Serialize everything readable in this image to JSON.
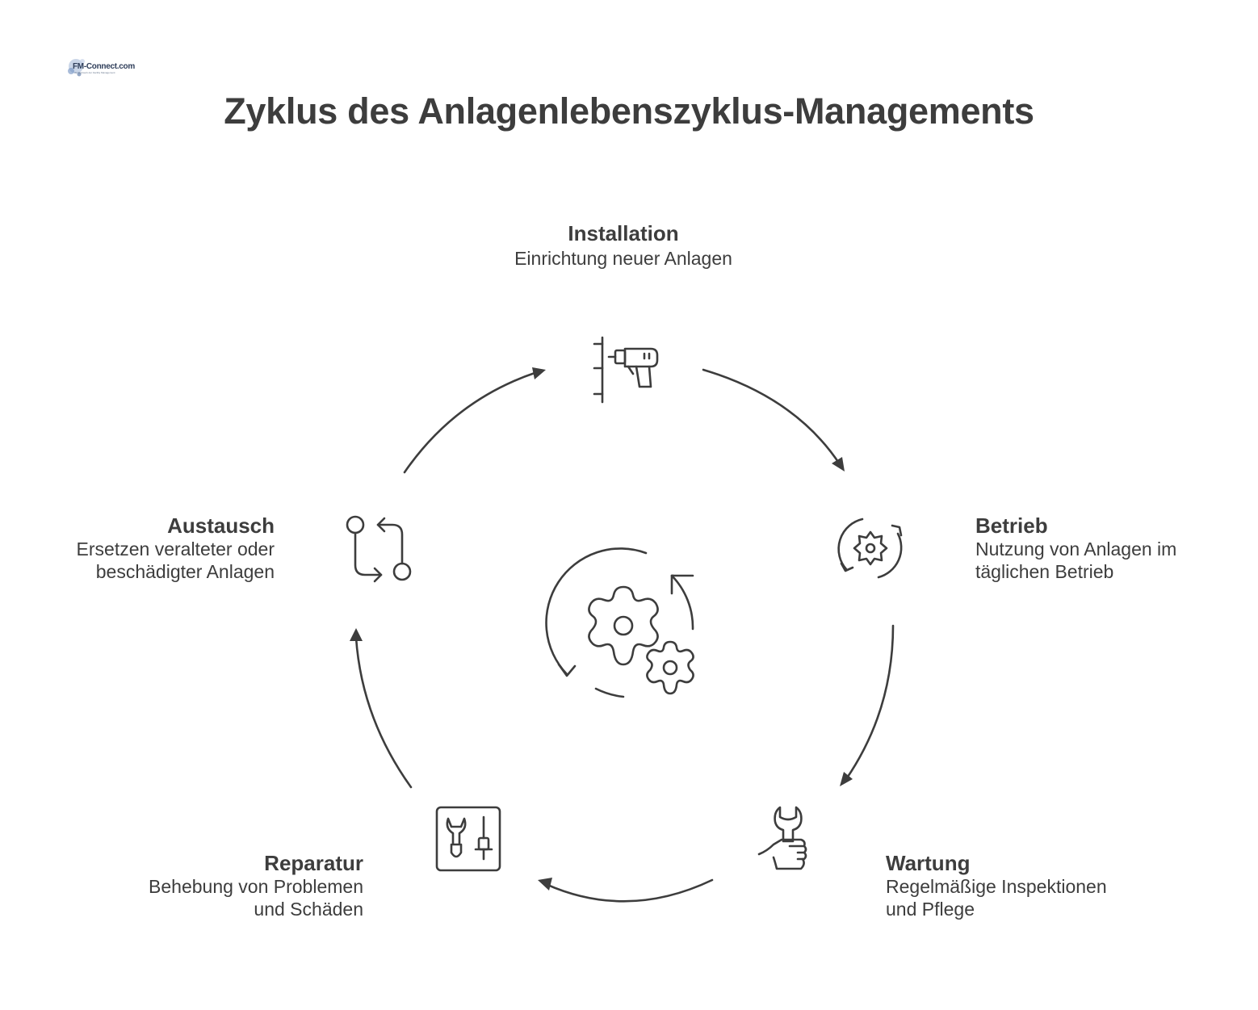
{
  "title": "Zyklus des Anlagenlebenszyklus-Managements",
  "logo": {
    "text": "FM-Connect.com",
    "tagline": "Ihr Netzwerk der Facility Management"
  },
  "stages": [
    {
      "id": "installation",
      "title": "Installation",
      "description": "Einrichtung neuer Anlagen",
      "icon": "drill-icon"
    },
    {
      "id": "betrieb",
      "title": "Betrieb",
      "description": "Nutzung von Anlagen im\ntäglichen Betrieb",
      "icon": "gear-cycle-icon"
    },
    {
      "id": "wartung",
      "title": "Wartung",
      "description": "Regelmäßige Inspektionen\nund Pflege",
      "icon": "wrench-hand-icon"
    },
    {
      "id": "reparatur",
      "title": "Reparatur",
      "description": "Behebung von Problemen\nund Schäden",
      "icon": "tools-box-icon"
    },
    {
      "id": "austausch",
      "title": "Austausch",
      "description": "Ersetzen veralteter oder\nbeschädigter Anlagen",
      "icon": "swap-icon"
    }
  ],
  "center_icon": "gears-cycle-icon",
  "colors": {
    "ink": "#3d3d3d",
    "background": "#ffffff"
  }
}
